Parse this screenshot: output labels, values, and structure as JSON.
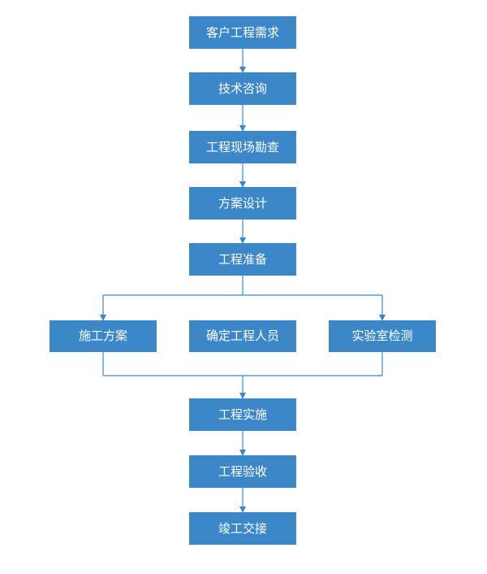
{
  "colors": {
    "box_fill": "#3b87c8",
    "box_text": "#ffffff",
    "connector": "#3b87c8"
  },
  "flow": {
    "steps_before": [
      "客户工程需求",
      "技术咨询",
      "工程现场勘查",
      "方案设计",
      "工程准备"
    ],
    "parallel": [
      "施工方案",
      "确定工程人员",
      "实验室检测"
    ],
    "steps_after": [
      "工程实施",
      "工程验收",
      "竣工交接"
    ]
  }
}
